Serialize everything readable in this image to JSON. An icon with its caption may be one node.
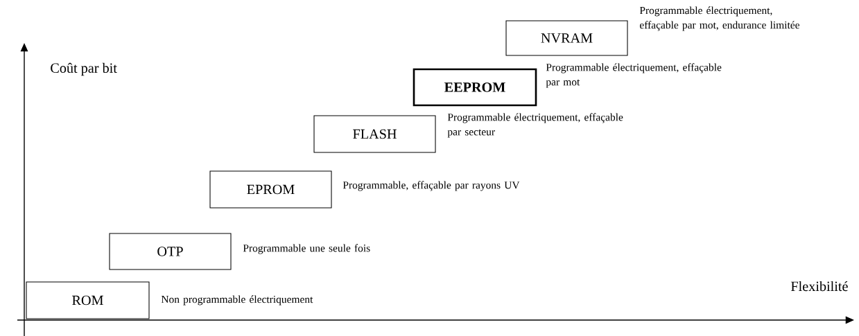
{
  "diagram": {
    "nodes": [
      {
        "text": [
          "ROM"
        ],
        "beside": [
          "Non programmable électriquement"
        ]
      },
      {
        "text": [
          "OTP"
        ],
        "beside": [
          "Programmable une seule fois"
        ]
      },
      {
        "text": [
          "EPROM"
        ],
        "beside": [
          "Programmable, effaçable par rayons UV"
        ]
      },
      {
        "text": [
          "FLASH"
        ],
        "beside": [
          "Programmable électriquement, effaçable par secteur"
        ]
      },
      {
        "text": [
          "EEPROM"
        ],
        "beside": [
          "Programmable électriquement, effaçable par mot"
        ]
      },
      {
        "text": [
          "NVRAM"
        ],
        "beside": [
          "Programmable électriquement, effaçable par mot, endurance limitée"
        ]
      }
    ],
    "labels": [
      "Coût par bit",
      "Flexibilité"
    ]
  }
}
